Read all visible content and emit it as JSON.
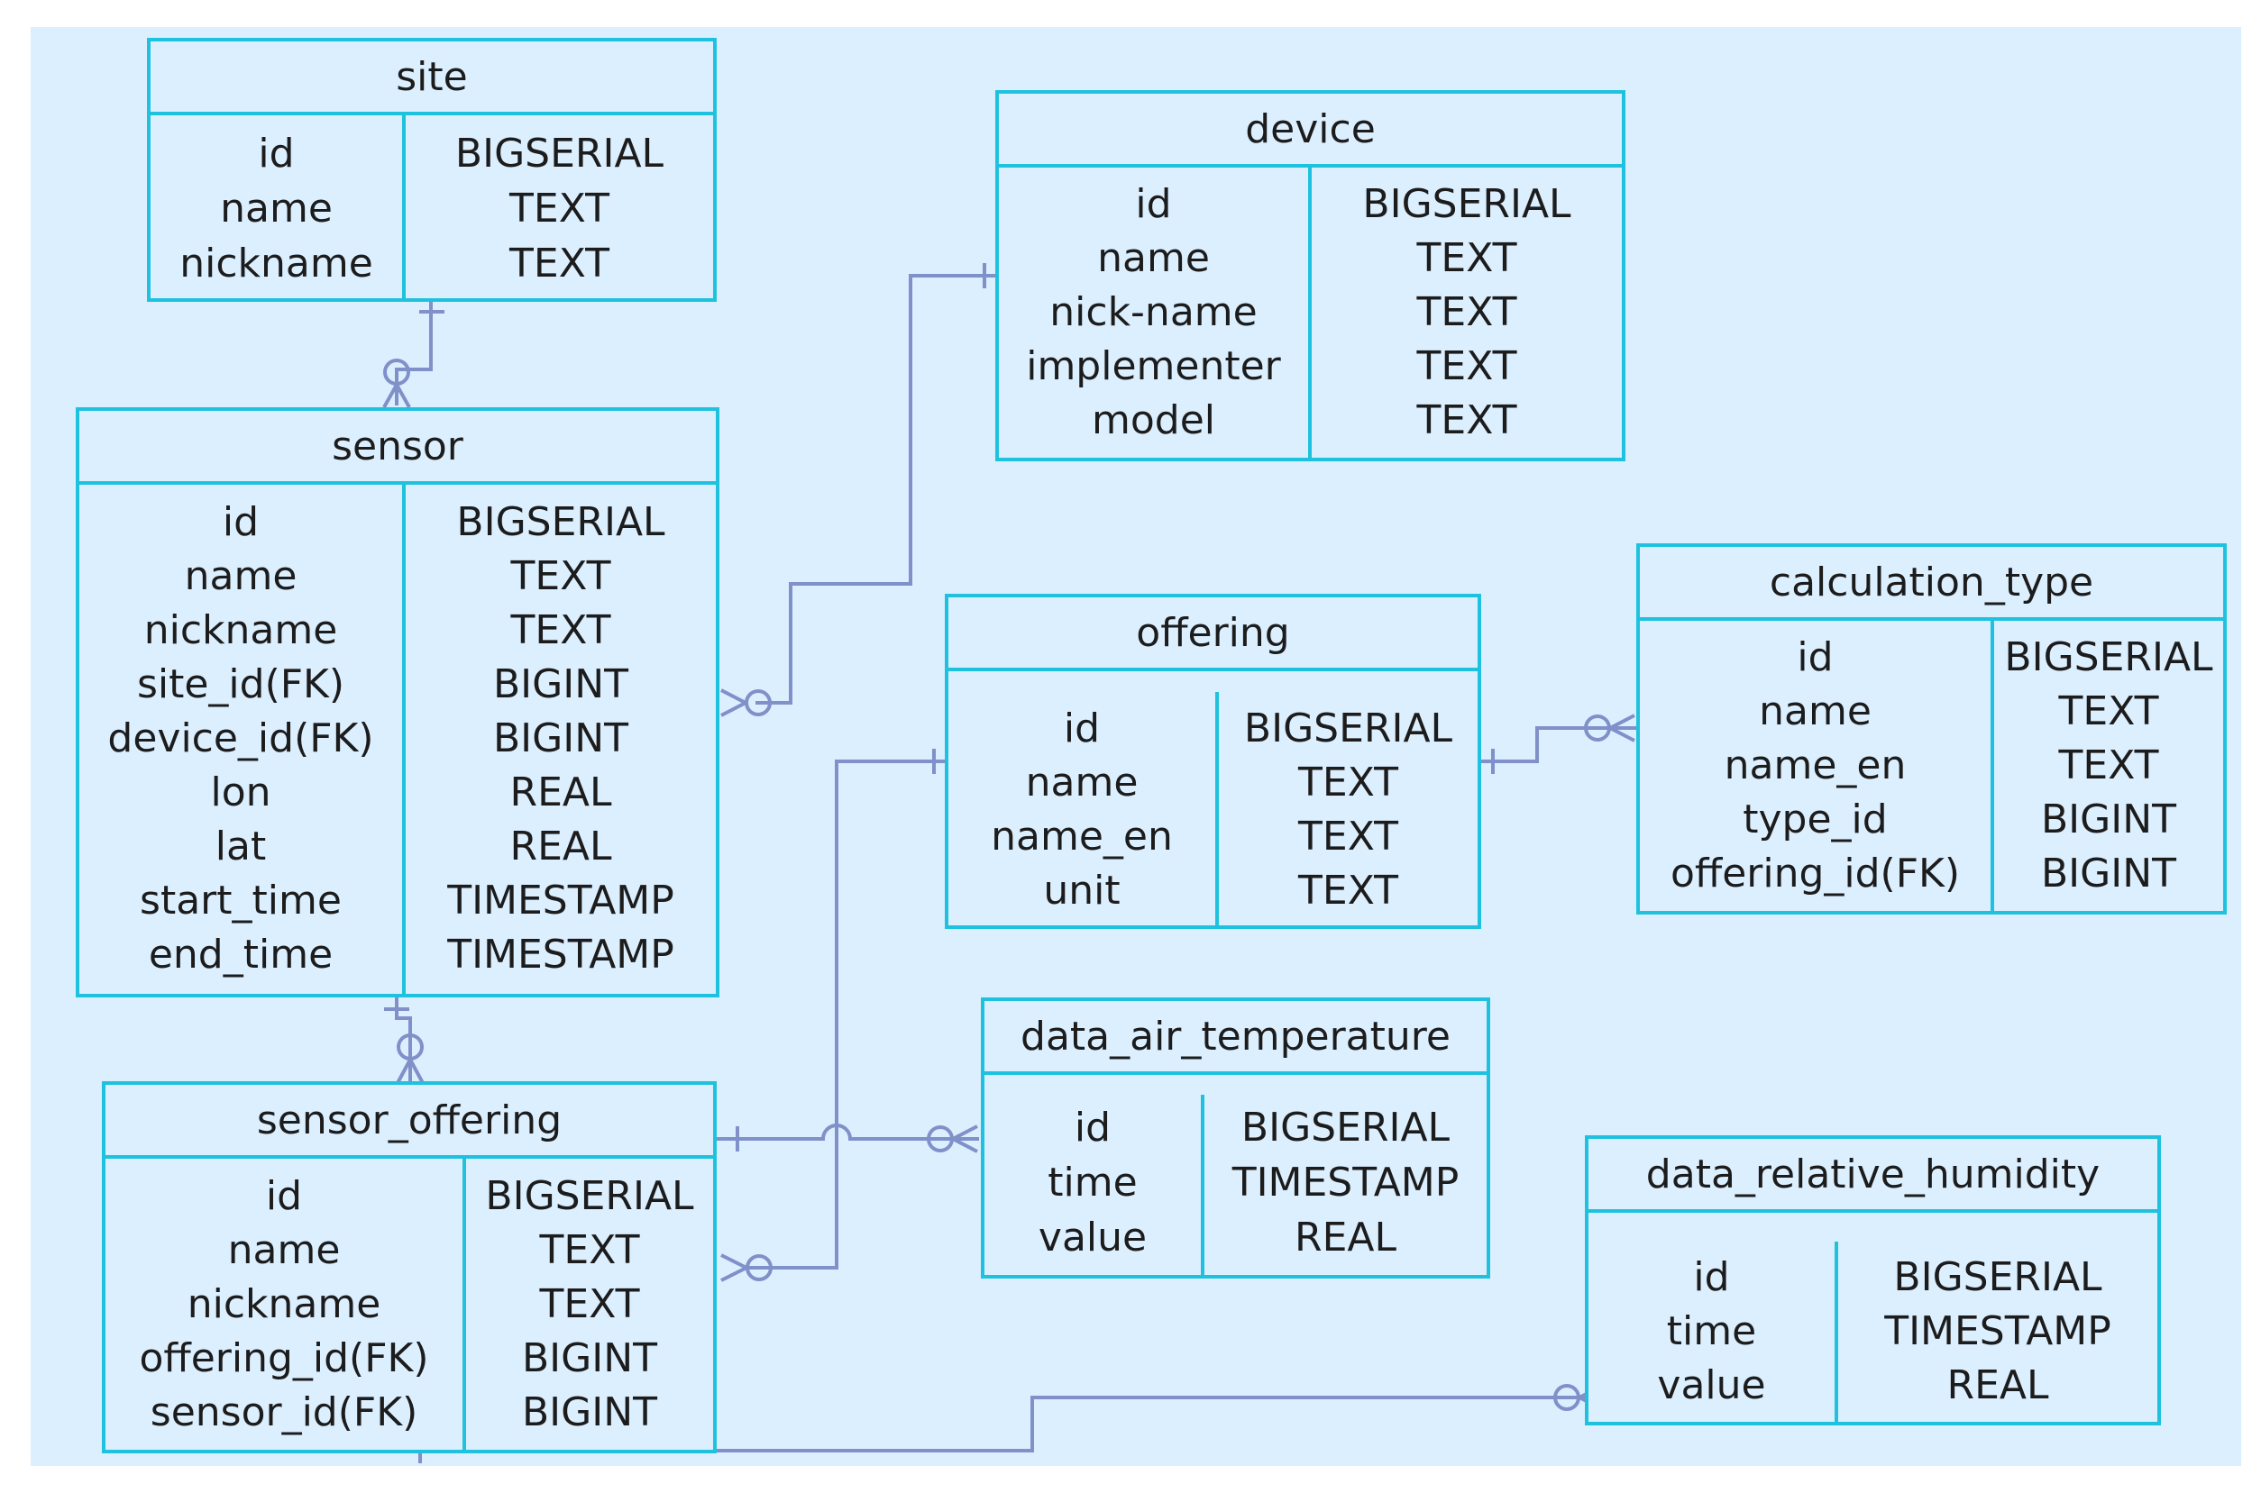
{
  "entities": {
    "site": {
      "title": "site",
      "fields": [
        [
          "id",
          "BIGSERIAL"
        ],
        [
          "name",
          "TEXT"
        ],
        [
          "nickname",
          "TEXT"
        ]
      ]
    },
    "device": {
      "title": "device",
      "fields": [
        [
          "id",
          "BIGSERIAL"
        ],
        [
          "name",
          "TEXT"
        ],
        [
          "nick-name",
          "TEXT"
        ],
        [
          "implementer",
          "TEXT"
        ],
        [
          "model",
          "TEXT"
        ]
      ]
    },
    "sensor": {
      "title": "sensor",
      "fields": [
        [
          "id",
          "BIGSERIAL"
        ],
        [
          "name",
          "TEXT"
        ],
        [
          "nickname",
          "TEXT"
        ],
        [
          "site_id(FK)",
          "BIGINT"
        ],
        [
          "device_id(FK)",
          "BIGINT"
        ],
        [
          "lon",
          "REAL"
        ],
        [
          "lat",
          "REAL"
        ],
        [
          "start_time",
          "TIMESTAMP"
        ],
        [
          "end_time",
          "TIMESTAMP"
        ]
      ]
    },
    "offering": {
      "title": "offering",
      "fields": [
        [
          "id",
          "BIGSERIAL"
        ],
        [
          "name",
          "TEXT"
        ],
        [
          "name_en",
          "TEXT"
        ],
        [
          "unit",
          "TEXT"
        ]
      ]
    },
    "calculation_type": {
      "title": "calculation_type",
      "fields": [
        [
          "id",
          "BIGSERIAL"
        ],
        [
          "name",
          "TEXT"
        ],
        [
          "name_en",
          "TEXT"
        ],
        [
          "type_id",
          "BIGINT"
        ],
        [
          "offering_id(FK)",
          "BIGINT"
        ]
      ]
    },
    "data_air_temperature": {
      "title": "data_air_temperature",
      "fields": [
        [
          "id",
          "BIGSERIAL"
        ],
        [
          "time",
          "TIMESTAMP"
        ],
        [
          "value",
          "REAL"
        ]
      ]
    },
    "sensor_offering": {
      "title": "sensor_offering",
      "fields": [
        [
          "id",
          "BIGSERIAL"
        ],
        [
          "name",
          "TEXT"
        ],
        [
          "nickname",
          "TEXT"
        ],
        [
          "offering_id(FK)",
          "BIGINT"
        ],
        [
          "sensor_id(FK)",
          "BIGINT"
        ]
      ]
    },
    "data_relative_humidity": {
      "title": "data_relative_humidity",
      "fields": [
        [
          "id",
          "BIGSERIAL"
        ],
        [
          "time",
          "TIMESTAMP"
        ],
        [
          "value",
          "REAL"
        ]
      ]
    }
  },
  "relationships": [
    {
      "from": "site",
      "to": "sensor",
      "from_end": "one",
      "to_end": "zero-or-many"
    },
    {
      "from": "device",
      "to": "sensor",
      "from_end": "one",
      "to_end": "zero-or-many"
    },
    {
      "from": "sensor",
      "to": "sensor_offering",
      "from_end": "one",
      "to_end": "zero-or-many"
    },
    {
      "from": "offering",
      "to": "sensor_offering",
      "from_end": "one",
      "to_end": "zero-or-many"
    },
    {
      "from": "offering",
      "to": "calculation_type",
      "from_end": "one",
      "to_end": "zero-or-many"
    },
    {
      "from": "sensor_offering",
      "to": "data_air_temperature",
      "from_end": "one",
      "to_end": "zero-or-many"
    },
    {
      "from": "sensor_offering",
      "to": "data_relative_humidity",
      "from_end": "one",
      "to_end": "zero-or-many"
    }
  ],
  "colors": {
    "background": "#dcefff",
    "entity_border": "#1fc2de",
    "connector": "#8090c8",
    "text": "#1c1c1c"
  }
}
